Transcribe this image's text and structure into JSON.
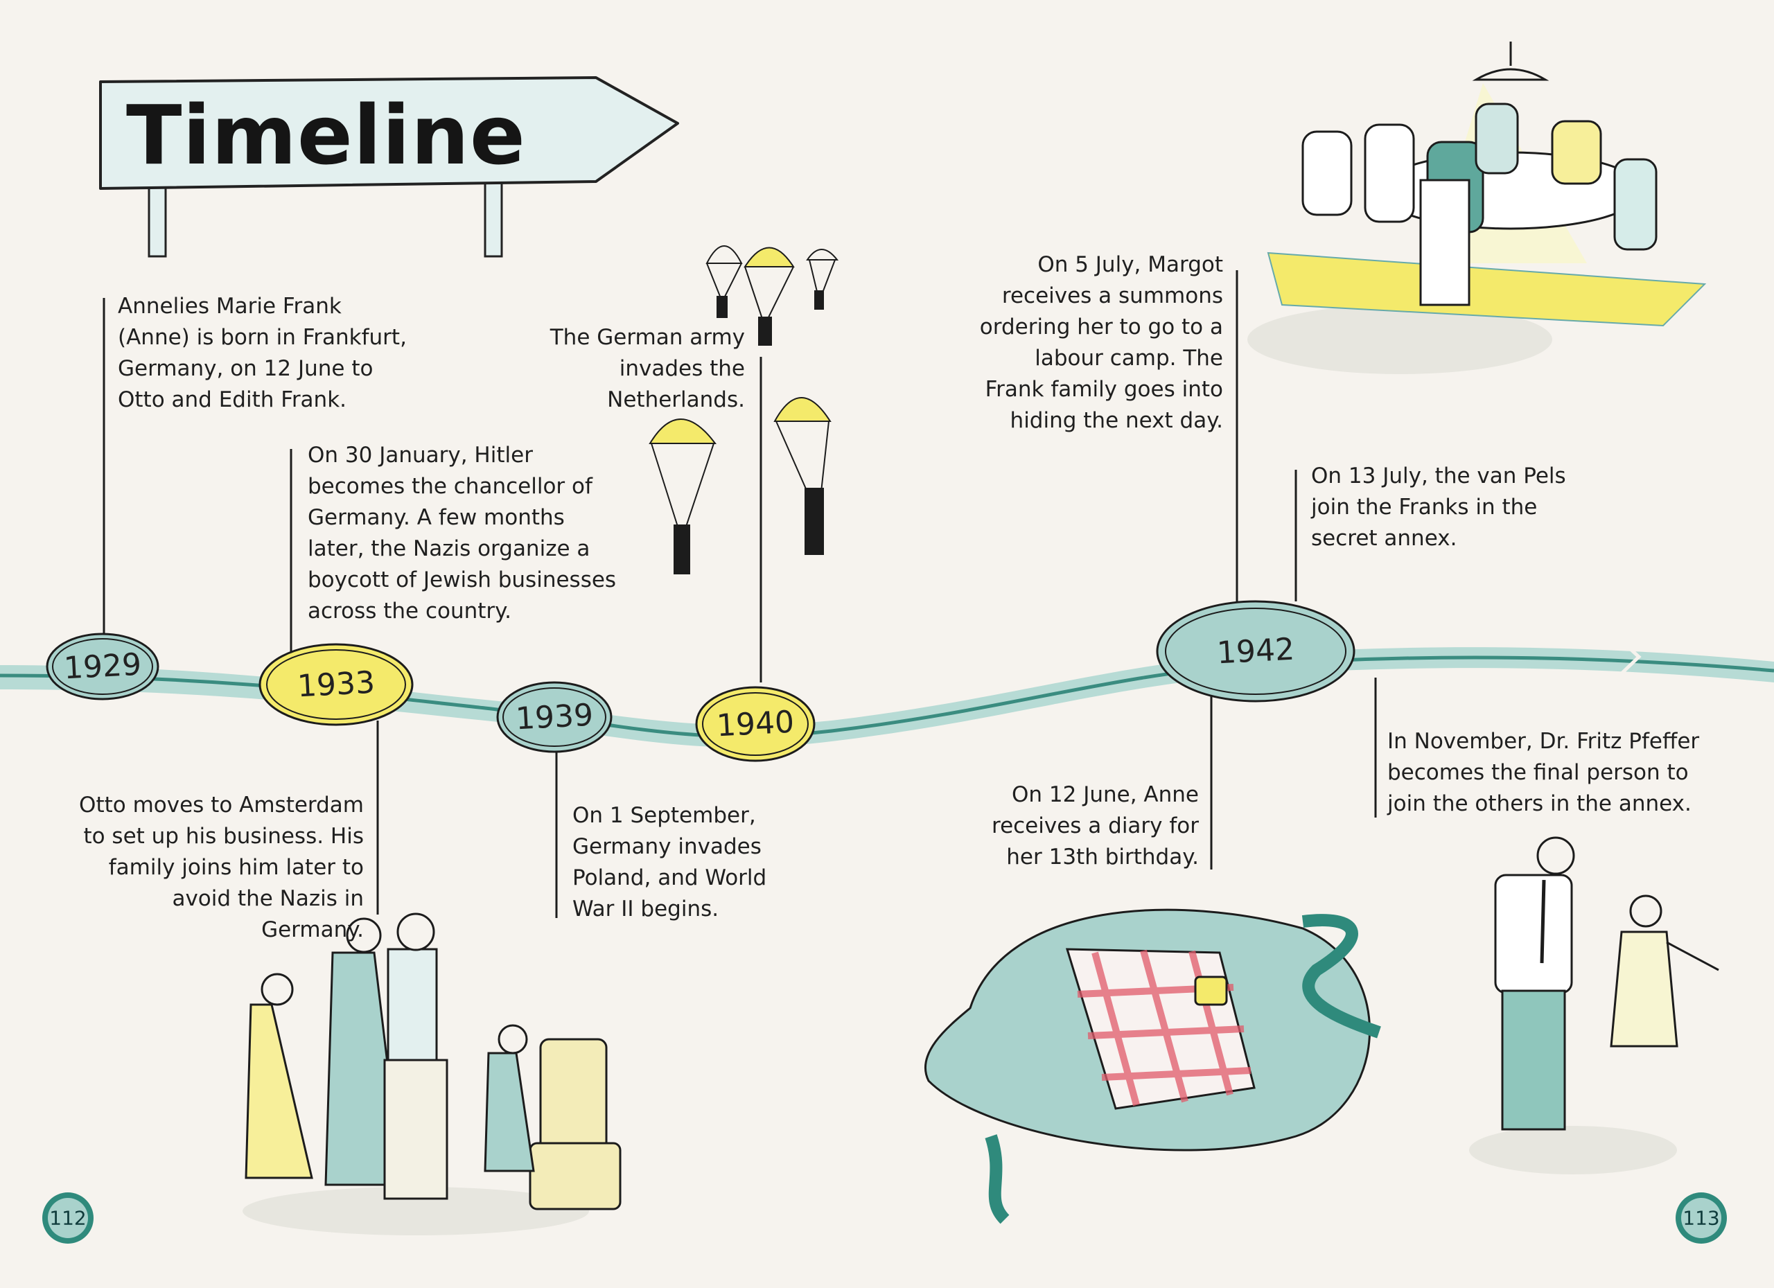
{
  "title": "Timeline",
  "colors": {
    "background": "#f6f3ee",
    "teal": "#a9d2cc",
    "dark_teal": "#2c7e74",
    "yellow": "#f4ea6b",
    "sign": "#e3f0ef",
    "ink": "#1c1c1c"
  },
  "events": [
    {
      "year": "1929",
      "highlight": false,
      "text": "Annelies Marie Frank\n(Anne) is born in Frankfurt,\nGermany, on 12 June to\nOtto and Edith Frank."
    },
    {
      "year": "1933",
      "highlight": true,
      "text": "On 30 January, Hitler\nbecomes the chancellor of\nGermany. A few months\nlater, the Nazis organize a\nboycott of Jewish businesses\nacross the country."
    },
    {
      "year": "1933",
      "highlight": true,
      "text": "Otto moves to Amsterdam\nto set up his business. His\nfamily joins him later to\navoid the Nazis in Germany."
    },
    {
      "year": "1939",
      "highlight": false,
      "text": "On 1 September,\nGermany invades\nPoland, and World\nWar II begins."
    },
    {
      "year": "1940",
      "highlight": true,
      "text": "The German army\ninvades the Netherlands."
    },
    {
      "year": "1942",
      "highlight": false,
      "text": "On 5 July, Margot\nreceives a summons\nordering her to go to a\nlabour camp. The\nFrank family goes into\nhiding the next day."
    },
    {
      "year": "1942",
      "highlight": false,
      "text": "On 13 July, the van Pels\njoin the Franks in the\nsecret annex."
    },
    {
      "year": "1942",
      "highlight": false,
      "text": "On 12 June, Anne\nreceives a diary for\nher 13th birthday."
    },
    {
      "year": "1942",
      "highlight": false,
      "text": "In November, Dr. Fritz Pfeffer\nbecomes the final person to\njoin the others in the annex."
    }
  ],
  "page_numbers": {
    "left": "112",
    "right": "113"
  },
  "illustrations": [
    "family-with-luggage",
    "paratroopers",
    "family-dinner-table",
    "checked-diary",
    "man-and-girl"
  ]
}
